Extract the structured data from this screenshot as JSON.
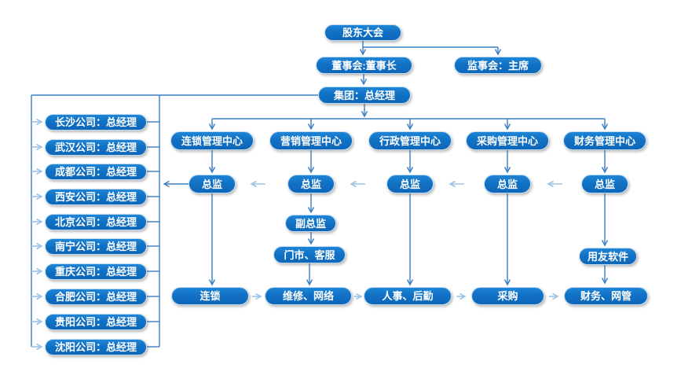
{
  "colors": {
    "node_fill": "#1171c5",
    "node_border": "#c3dcf3",
    "node_text": "#ffffff",
    "connector": "#3a7ec2",
    "light_arrow": "#9dc3e6",
    "background": "#ffffff"
  },
  "nodes": {
    "shareholders": "股东大会",
    "board": "董事会:董事长",
    "supervisory": "监事会：主席",
    "group": "集团：总经理",
    "deputy_director": "副总监",
    "stores_service": "门市、客服",
    "finance_software": "用友软件"
  },
  "centers": [
    "连锁管理中心",
    "营销管理中心",
    "行政管理中心",
    "采购管理中心",
    "财务管理中心"
  ],
  "directors": [
    "总监",
    "总监",
    "总监",
    "总监",
    "总监"
  ],
  "departments": [
    "连锁",
    "维修、网络",
    "人事、后勤",
    "采购",
    "财务、网管"
  ],
  "companies": [
    "长沙公司：总经理",
    "武汉公司：总经理",
    "成都公司：总经理",
    "西安公司：总经理",
    "北京公司：总经理",
    "南宁公司：总经理",
    "重庆公司：总经理",
    "合肥公司：总经理",
    "贵阳公司：总经理",
    "沈阳公司：总经理"
  ]
}
